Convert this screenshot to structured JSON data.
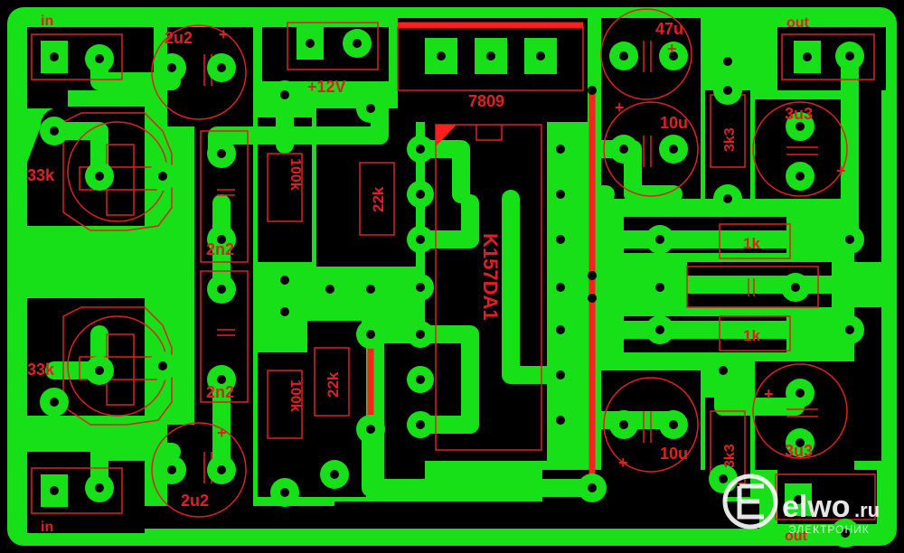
{
  "colors": {
    "copper": "#18e018",
    "background": "#000000",
    "silkscreen": "#e02020",
    "pad": "#18e018",
    "jumper": "#ff2020",
    "watermark": "#ffffff"
  },
  "labels": {
    "in_top": "in",
    "in_bottom": "in",
    "out_top": "out",
    "out_bottom": "out",
    "cap_2u2_top": "2u2",
    "cap_2u2_bottom": "2u2",
    "cap_47u": "47u",
    "cap_10u_top": "10u",
    "cap_10u_bottom": "10u",
    "cap_3u3_top": "3u3",
    "cap_3u3_bottom": "3u3",
    "pot_33k_top": "33k",
    "pot_33k_bottom": "33k",
    "res_100k_top": "100k",
    "res_100k_bottom": "100k",
    "res_22k_top": "22k",
    "res_22k_bottom": "22k",
    "res_3k3_top": "3k3",
    "res_3k3_bottom": "3k3",
    "res_1k_top": "1k",
    "res_1k_bottom": "1k",
    "cap_2n2_top": "2n2",
    "cap_2n2_bottom": "2n2",
    "power": "+12V",
    "regulator": "7809",
    "ic": "K157DA1",
    "plus": "+"
  },
  "watermark": {
    "brand": "elwo",
    "suffix": ".ru",
    "tagline": "ЭЛЕКТРОНИК"
  }
}
